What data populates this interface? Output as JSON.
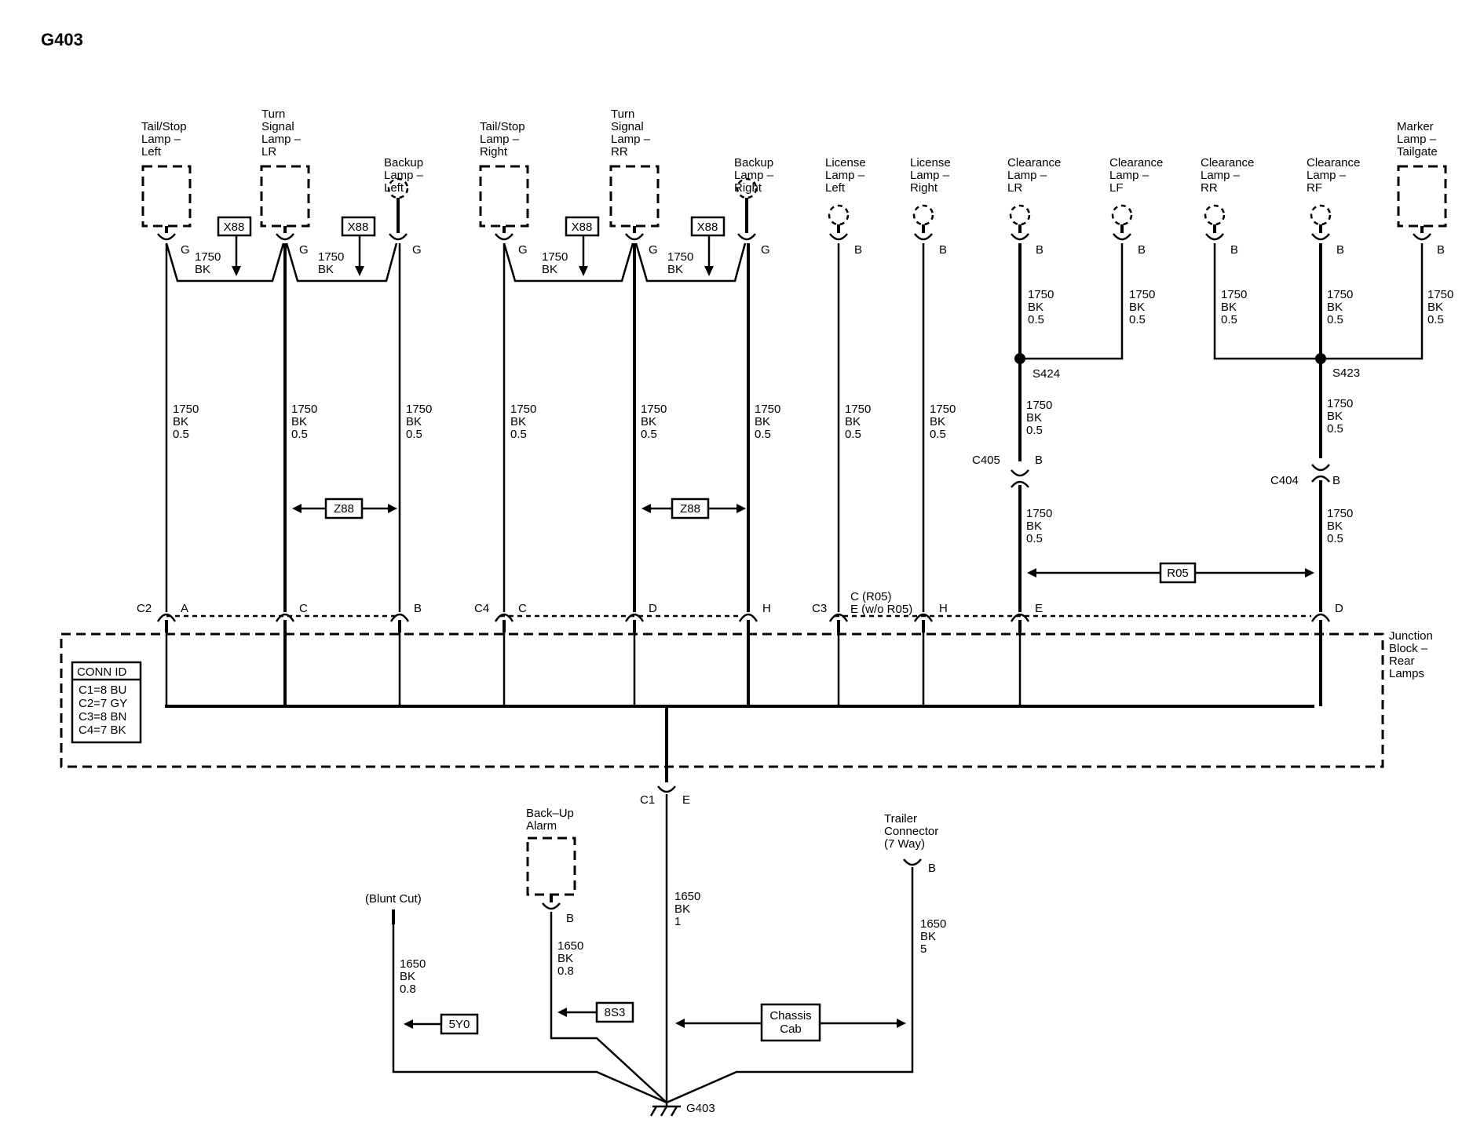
{
  "title": "G403",
  "wire": {
    "c1750": "1750",
    "c1650": "1650",
    "bk": "BK",
    "g05": "0.5",
    "g08": "0.8",
    "g1": "1",
    "g5": "5"
  },
  "pins": {
    "A": "A",
    "B": "B",
    "C": "C",
    "D": "D",
    "E": "E",
    "G": "G",
    "H": "H"
  },
  "connectors": {
    "c1": "C1",
    "c2": "C2",
    "c3": "C3",
    "c4": "C4",
    "c404": "C404",
    "c405": "C405",
    "c3_pin_r05": "C (R05)",
    "c3_pin_wo": "E (w/o R05)"
  },
  "splices": {
    "s423": "S423",
    "s424": "S424"
  },
  "options": {
    "x88": "X88",
    "z88": "Z88",
    "r05": "R05",
    "y05": "5Y0",
    "s83": "8S3",
    "chassis_1": "Chassis",
    "chassis_2": "Cab"
  },
  "components": {
    "tail_left": [
      "Tail/Stop",
      "Lamp –",
      "Left"
    ],
    "turn_lr": [
      "Turn",
      "Signal",
      "Lamp –",
      "LR"
    ],
    "backup_left": [
      "Backup",
      "Lamp –",
      "Left"
    ],
    "tail_right": [
      "Tail/Stop",
      "Lamp –",
      "Right"
    ],
    "turn_rr": [
      "Turn",
      "Signal",
      "Lamp –",
      "RR"
    ],
    "backup_right": [
      "Backup",
      "Lamp –",
      "Right"
    ],
    "license_left": [
      "License",
      "Lamp –",
      "Left"
    ],
    "license_right": [
      "License",
      "Lamp –",
      "Right"
    ],
    "clear_lr": [
      "Clearance",
      "Lamp –",
      "LR"
    ],
    "clear_lf": [
      "Clearance",
      "Lamp –",
      "LF"
    ],
    "clear_rr": [
      "Clearance",
      "Lamp –",
      "RR"
    ],
    "clear_rf": [
      "Clearance",
      "Lamp –",
      "RF"
    ],
    "marker_tailgate": [
      "Marker",
      "Lamp –",
      "Tailgate"
    ],
    "junction_block": [
      "Junction",
      "Block –",
      "Rear",
      "Lamps"
    ],
    "backup_alarm": [
      "Back–Up",
      "Alarm"
    ],
    "trailer": [
      "Trailer",
      "Connector",
      "(7 Way)"
    ],
    "blunt_cut": "(Blunt Cut)",
    "ground": "G403"
  },
  "conn_id": {
    "header": "CONN ID",
    "rows": [
      "C1=8 BU",
      "C2=7 GY",
      "C3=8 BN",
      "C4=7 BK"
    ]
  }
}
